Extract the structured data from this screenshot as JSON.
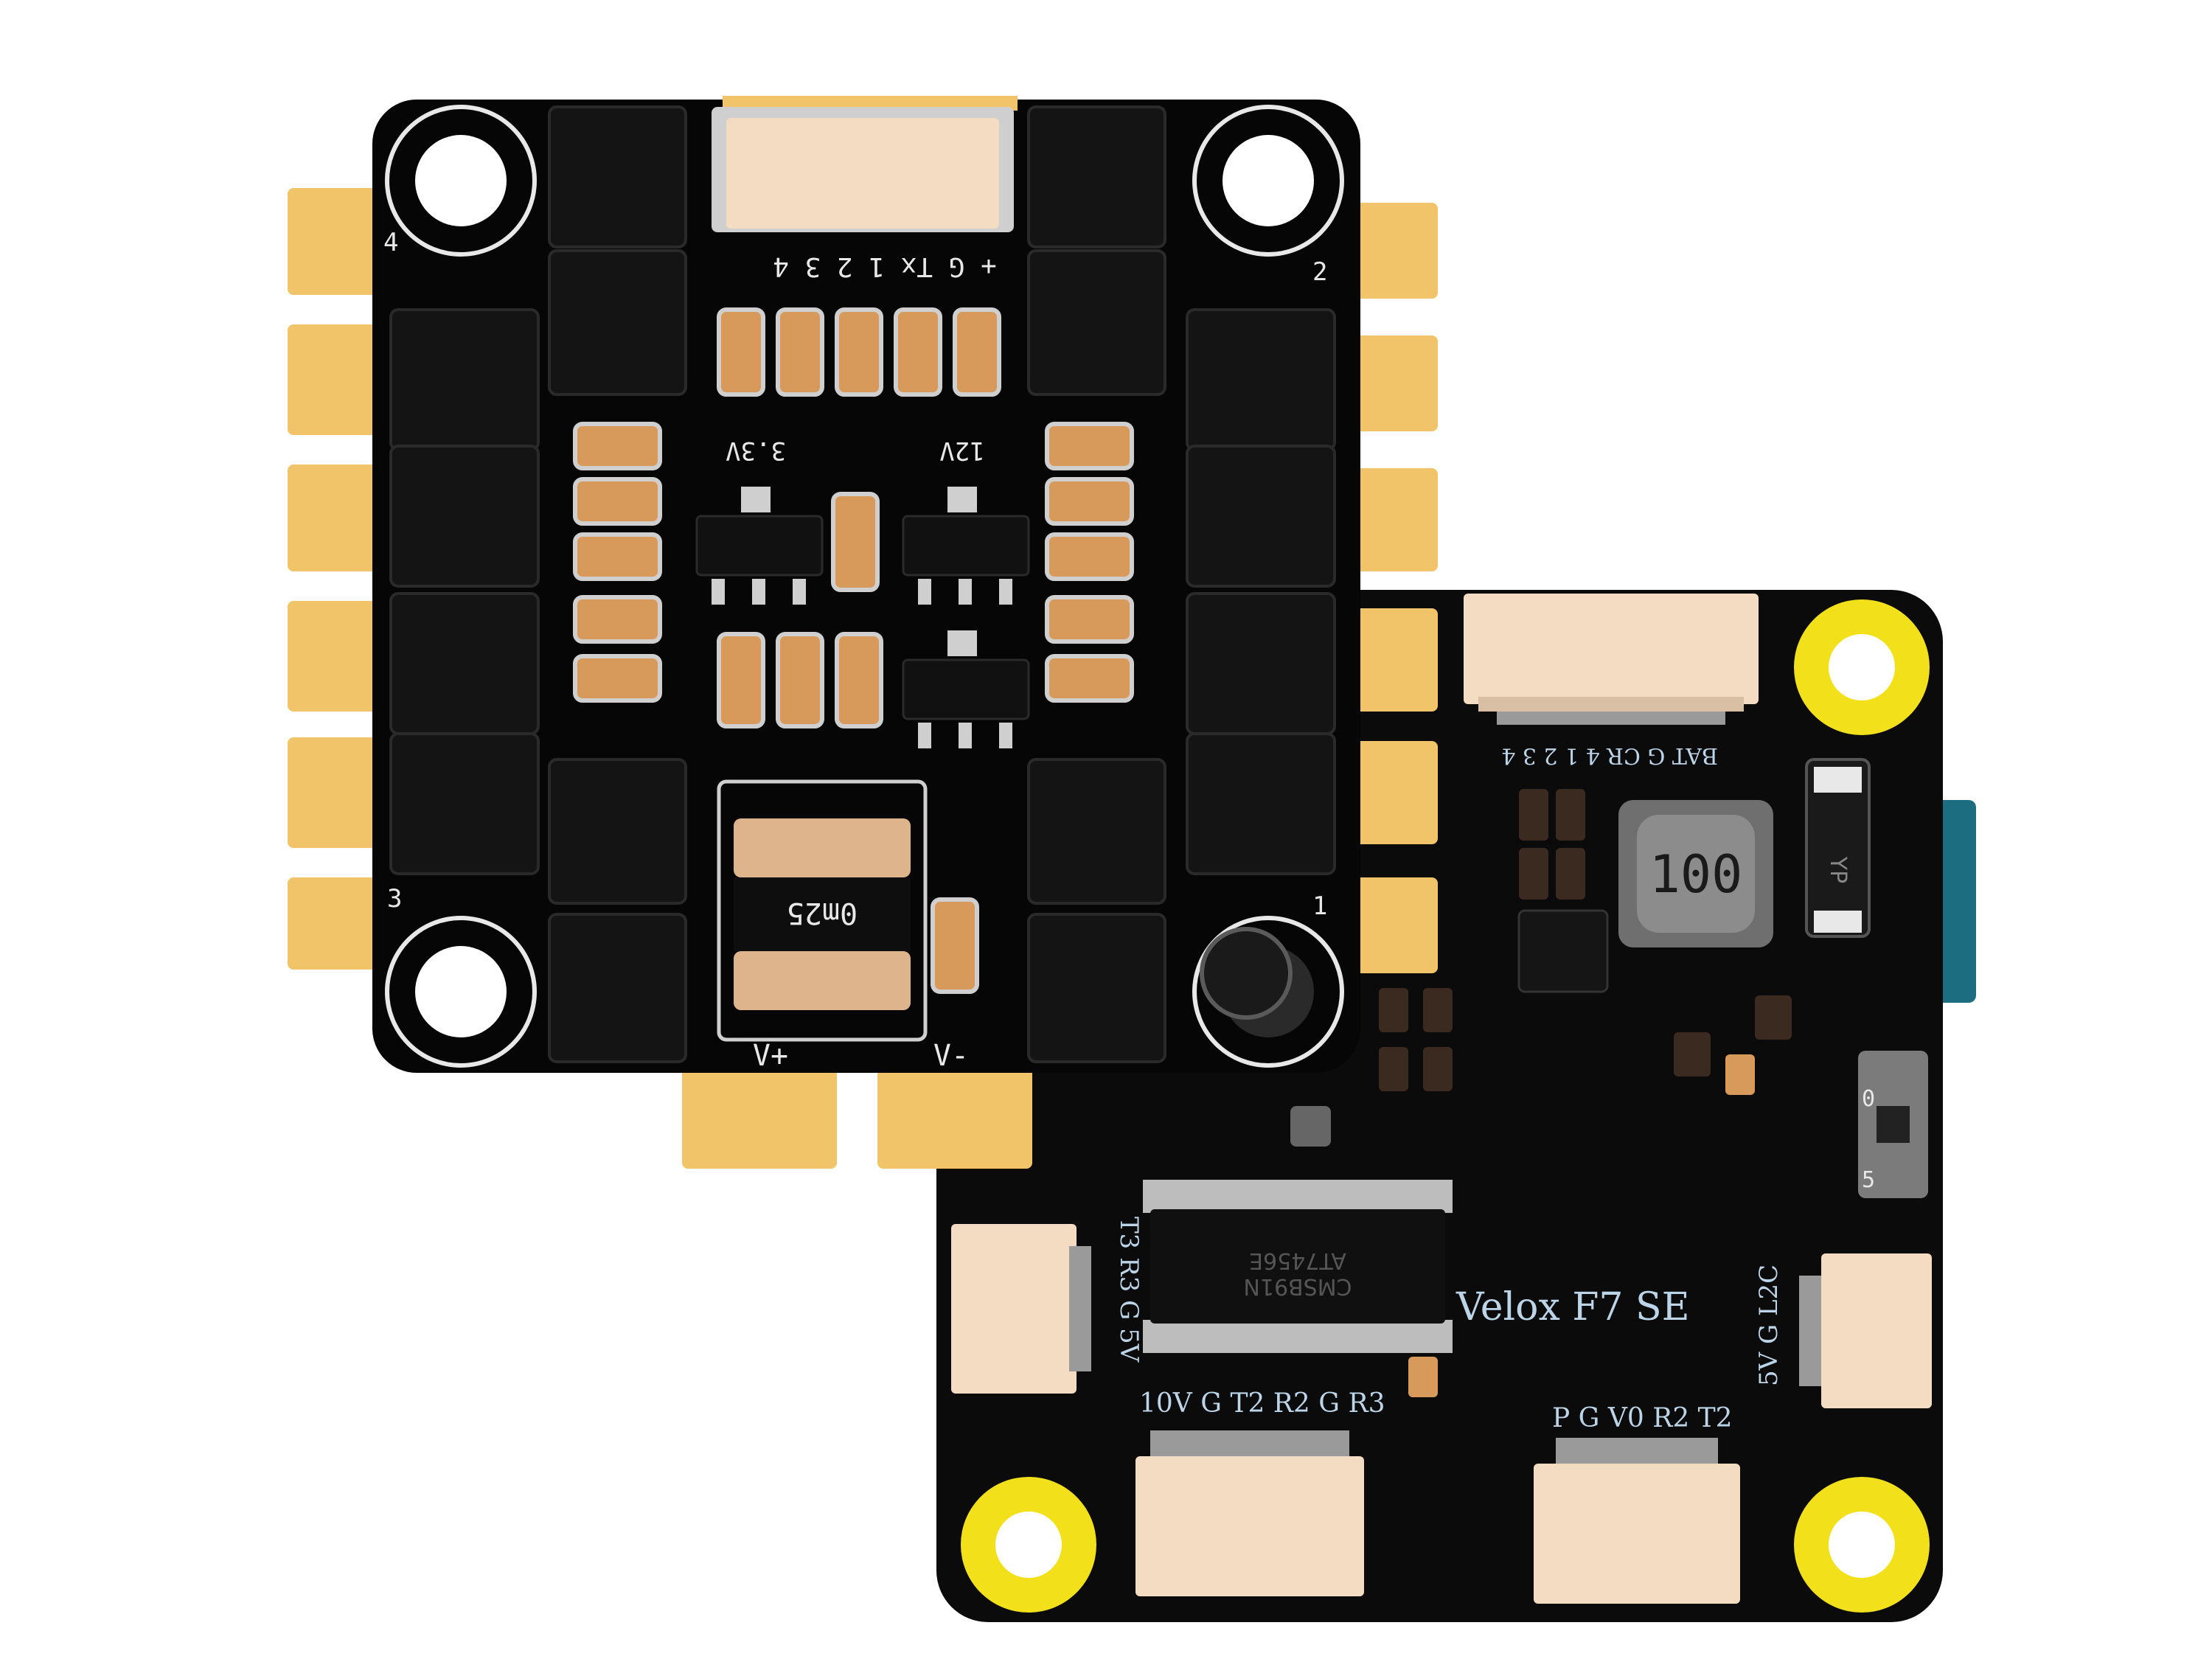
{
  "colors": {
    "background": "#ffffff",
    "pcb": "#0a0a0a",
    "silkscreen": "#e8e8e8",
    "gold_pad": "#f2c46a",
    "capacitor": "#d79a5a",
    "connector": "#f3dcc2",
    "yellow_ring": "#f2e11a",
    "blue_label": "#bcd4e8"
  },
  "esc_board": {
    "motor_corner_labels": [
      "4",
      "2",
      "3",
      "1"
    ],
    "connector_pins_label": "+ G Tx 1 2 3 4",
    "regulator_left_label": "3.3V",
    "regulator_right_label": "12V",
    "shunt_label": "0m25",
    "power_pos_label": "V+",
    "power_neg_label": "V-"
  },
  "fc_board": {
    "name_label": "Velox F7 SE",
    "esc_connector_label": "BAT G CR 4 1 2 3 4",
    "inductor_label": "100",
    "diode_label": "YP",
    "left_port_label": "T3 R3 G 5V",
    "right_port_label": "5V G L2C",
    "bottom_left_port_label": "10V G T2 R2 G R3",
    "bottom_right_port_label": "P G V0 R2 T2",
    "chip_label_1": "AT7456E",
    "chip_label_2": "CMSB91N",
    "usb_side_label_top": "0",
    "usb_side_label_bottom": "5"
  }
}
